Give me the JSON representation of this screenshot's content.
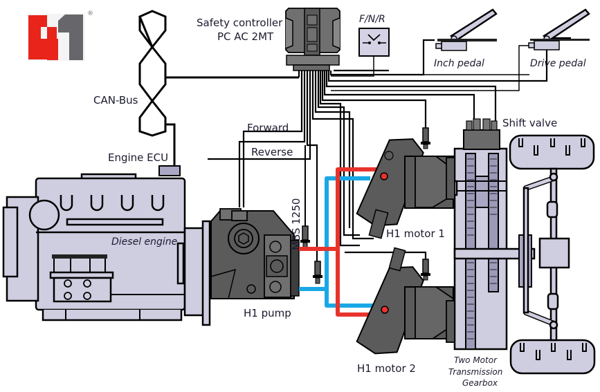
{
  "logo": {
    "name": "H1 logo",
    "registered_mark": "®",
    "colors": {
      "red": "#e8241b",
      "gray": "#66666b"
    }
  },
  "components": {
    "safety_controller": {
      "line1": "Safety controller",
      "line2": "PC AC 2MT"
    },
    "fnr_switch": {
      "label": "F/N/R"
    },
    "inch_pedal": {
      "label": "Inch pedal"
    },
    "drive_pedal": {
      "label": "Drive pedal"
    },
    "can_bus": {
      "label": "CAN-Bus"
    },
    "engine_ecu": {
      "label": "Engine ECU"
    },
    "diesel_engine": {
      "label": "Diesel engine"
    },
    "h1_pump": {
      "label": "H1 pump"
    },
    "h1_motor_1": {
      "label": "H1 motor 1"
    },
    "h1_motor_2": {
      "label": "H1 motor 2"
    },
    "shift_valve": {
      "label": "Shift valve"
    },
    "gearbox": {
      "line1": "Two Motor",
      "line2": "Transmission",
      "line3": "Gearbox"
    }
  },
  "signals": {
    "forward": "Forward",
    "reverse": "Reverse",
    "mbs": "MBS 1250"
  },
  "colors": {
    "high_pressure_line": "#e8332c",
    "low_pressure_line": "#1aa7e6",
    "component_light": "#cfcde0",
    "component_dark": "#5b5b5b"
  }
}
